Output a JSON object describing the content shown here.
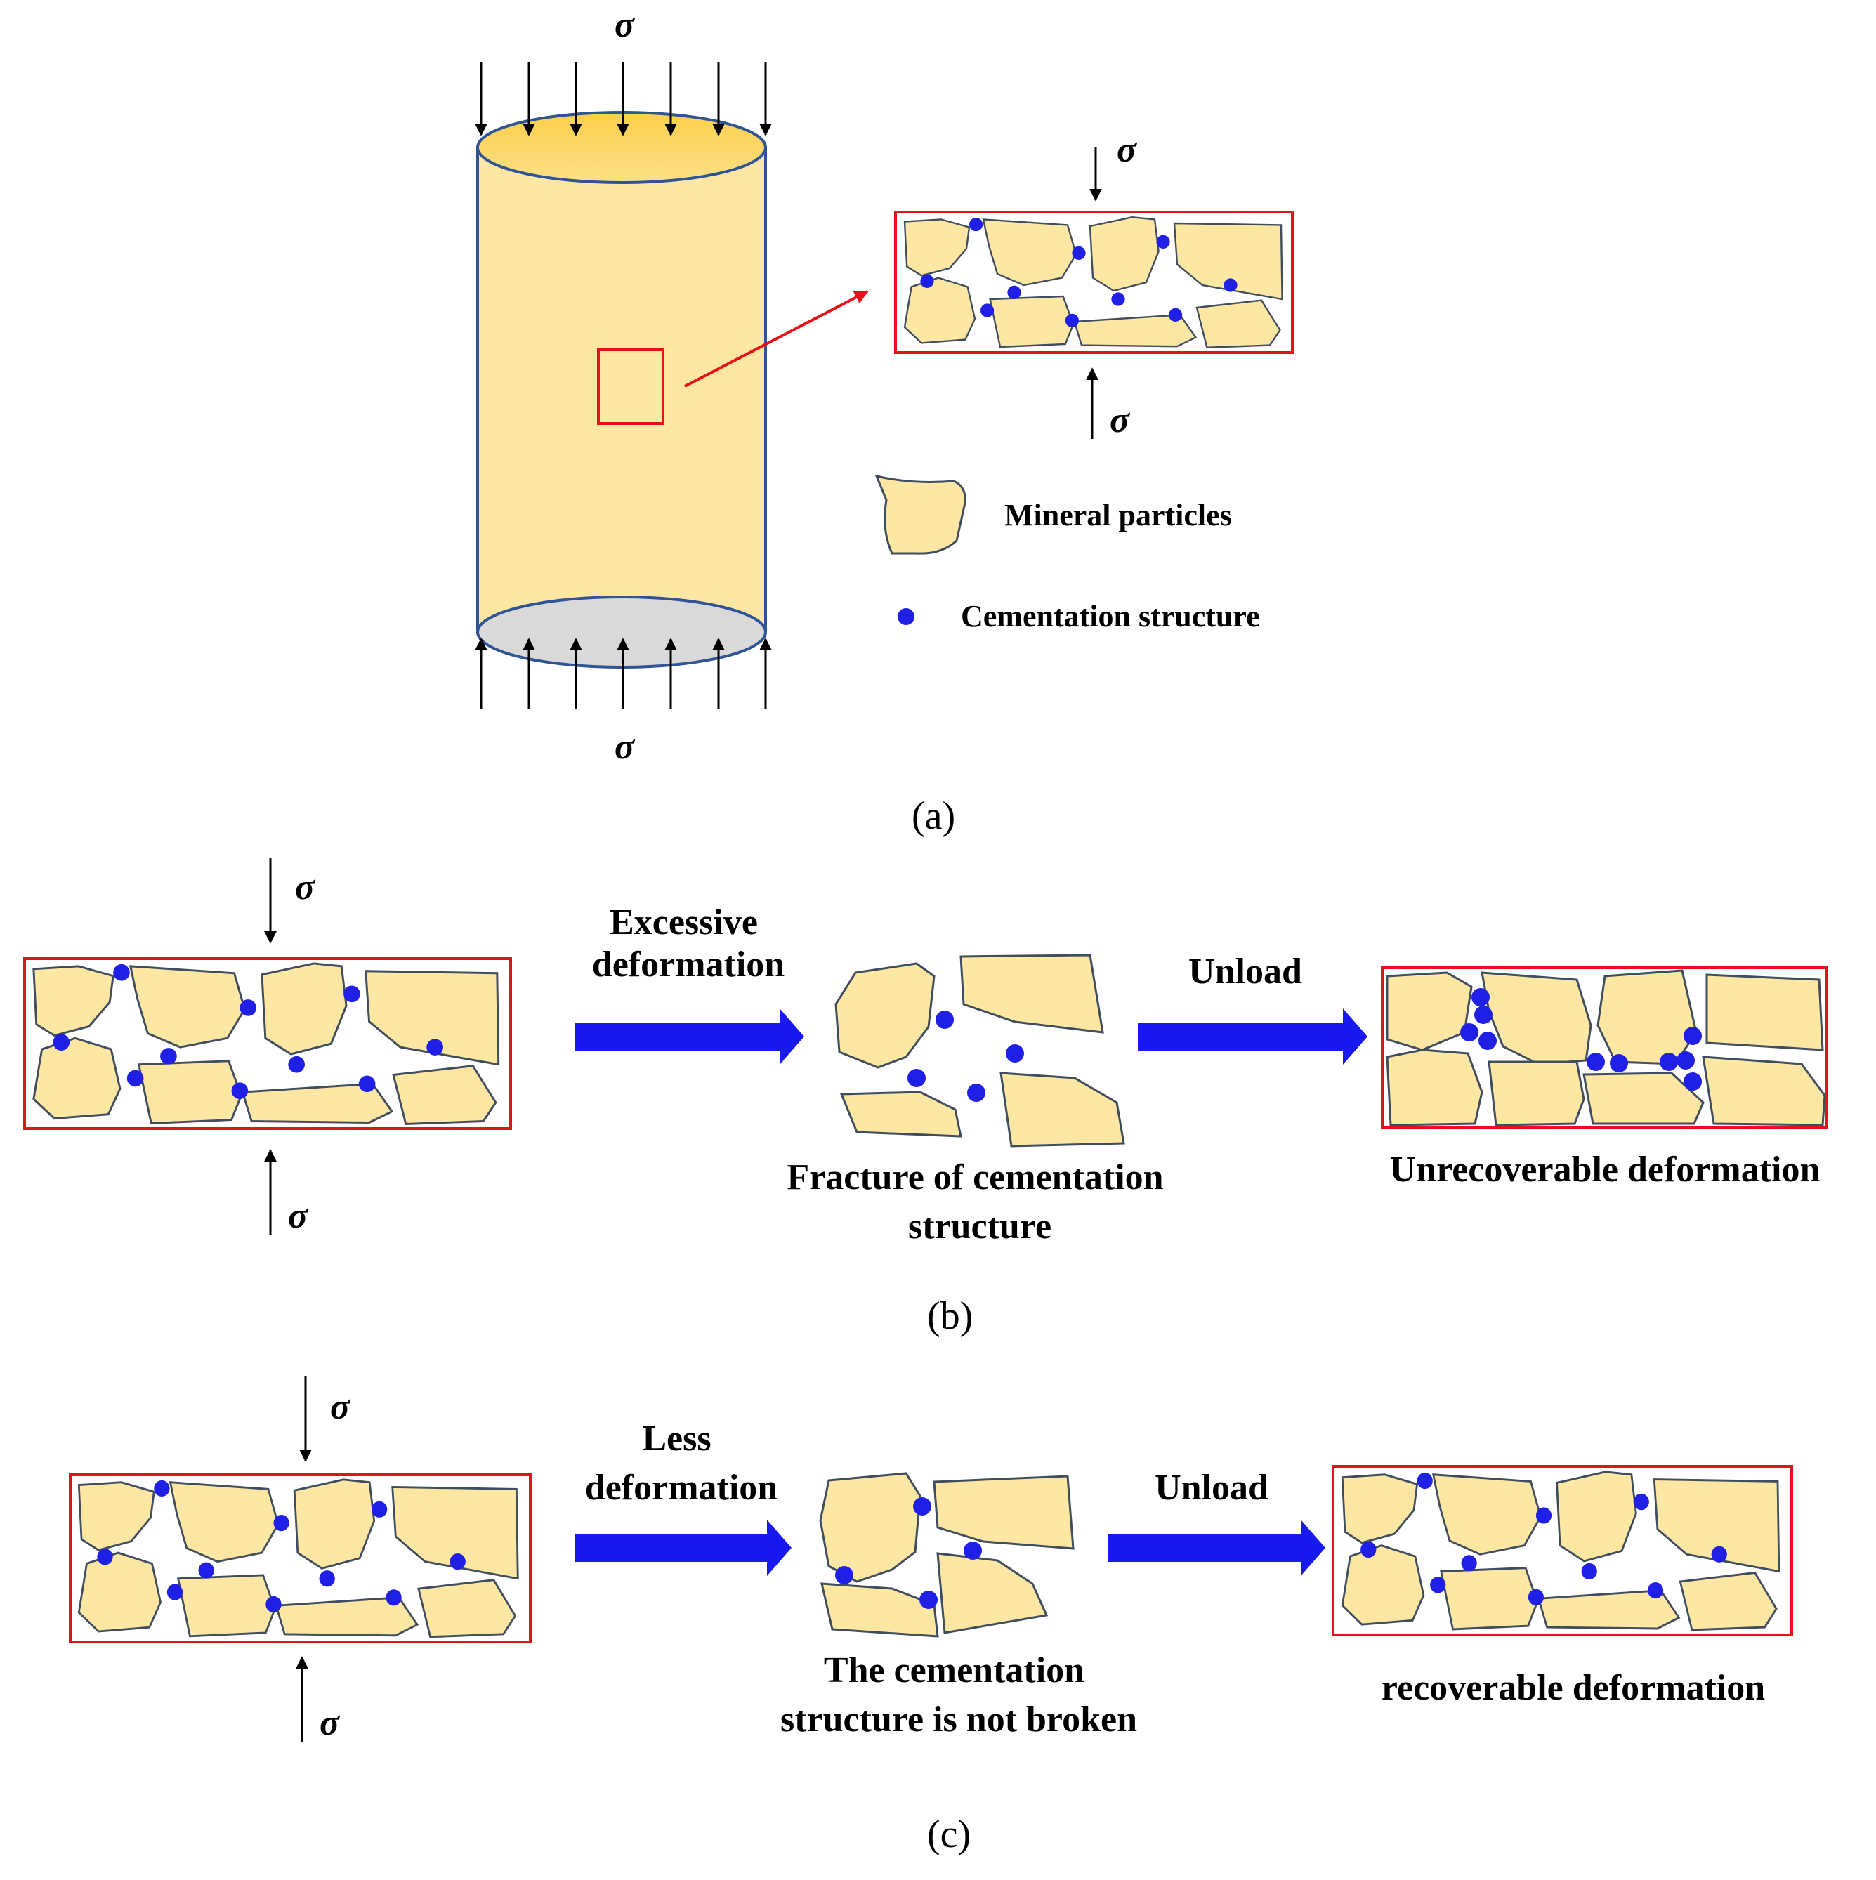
{
  "sigma": "σ",
  "panel_a": {
    "caption": "(a)",
    "legend": {
      "particles": "Mineral particles",
      "cementation": "Cementation structure"
    }
  },
  "panel_b": {
    "caption": "(b)",
    "step1": [
      "Excessive",
      "deformation"
    ],
    "middle_label": [
      "Fracture of cementation",
      "structure"
    ],
    "step2": "Unload",
    "result": "Unrecoverable deformation"
  },
  "panel_c": {
    "caption": "(c)",
    "step1": [
      "Less",
      "deformation"
    ],
    "middle_label": [
      "The cementation",
      "structure is not broken"
    ],
    "step2": "Unload",
    "result": "recoverable deformation"
  },
  "colors": {
    "particle_fill": "#fde7a3",
    "particle_stroke": "#3f4d5e",
    "bond": "#1f1fe6",
    "frame": "#e5121b",
    "arrow": "#1818f0",
    "cylinder_top": "#fcd45b",
    "cylinder_bottom": "#d9d9d9"
  }
}
